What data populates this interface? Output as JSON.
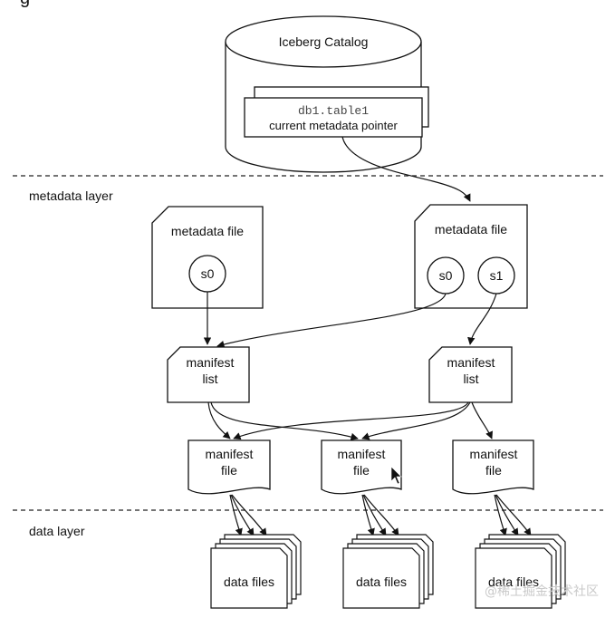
{
  "top_fragment": "g",
  "catalog": {
    "title": "Iceberg Catalog",
    "table_name": "db1.table1",
    "pointer_label": "current metadata pointer"
  },
  "layers": {
    "metadata": "metadata layer",
    "data": "data layer"
  },
  "metadata_files": {
    "left": {
      "label": "metadata file",
      "snapshots": [
        "s0"
      ]
    },
    "right": {
      "label": "metadata file",
      "snapshots": [
        "s0",
        "s1"
      ]
    }
  },
  "manifest_list": {
    "line1": "manifest",
    "line2": "list"
  },
  "manifest_file": {
    "line1": "manifest",
    "line2": "file"
  },
  "data_files": {
    "label": "data files"
  },
  "watermark": "@稀土掘金技术社区"
}
